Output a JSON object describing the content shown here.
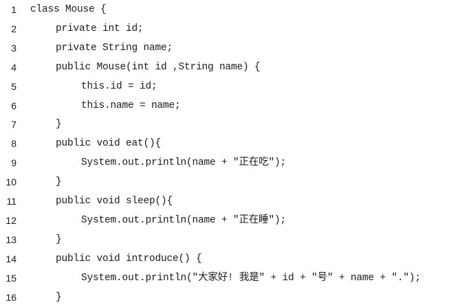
{
  "code": {
    "lines": [
      {
        "number": "1",
        "indent": 0,
        "text": "class Mouse {"
      },
      {
        "number": "2",
        "indent": 1,
        "text": "private int id;"
      },
      {
        "number": "3",
        "indent": 1,
        "text": "private String name;"
      },
      {
        "number": "4",
        "indent": 1,
        "text": "public Mouse(int id ,String name) {"
      },
      {
        "number": "5",
        "indent": 2,
        "text": "this.id = id;"
      },
      {
        "number": "6",
        "indent": 2,
        "text": "this.name = name;"
      },
      {
        "number": "7",
        "indent": 1,
        "text": "}"
      },
      {
        "number": "8",
        "indent": 1,
        "text": "public void eat(){"
      },
      {
        "number": "9",
        "indent": 2,
        "text": "System.out.println(name + \"正在吃\");"
      },
      {
        "number": "10",
        "indent": 1,
        "text": "}"
      },
      {
        "number": "11",
        "indent": 1,
        "text": "public void sleep(){"
      },
      {
        "number": "12",
        "indent": 2,
        "text": "System.out.println(name + \"正在睡\");"
      },
      {
        "number": "13",
        "indent": 1,
        "text": "}"
      },
      {
        "number": "14",
        "indent": 1,
        "text": "public void introduce() {"
      },
      {
        "number": "15",
        "indent": 2,
        "text": "System.out.println(\"大家好! 我是\" + id + \"号\" + name + \".\");"
      },
      {
        "number": "16",
        "indent": 1,
        "text": "}"
      }
    ]
  }
}
